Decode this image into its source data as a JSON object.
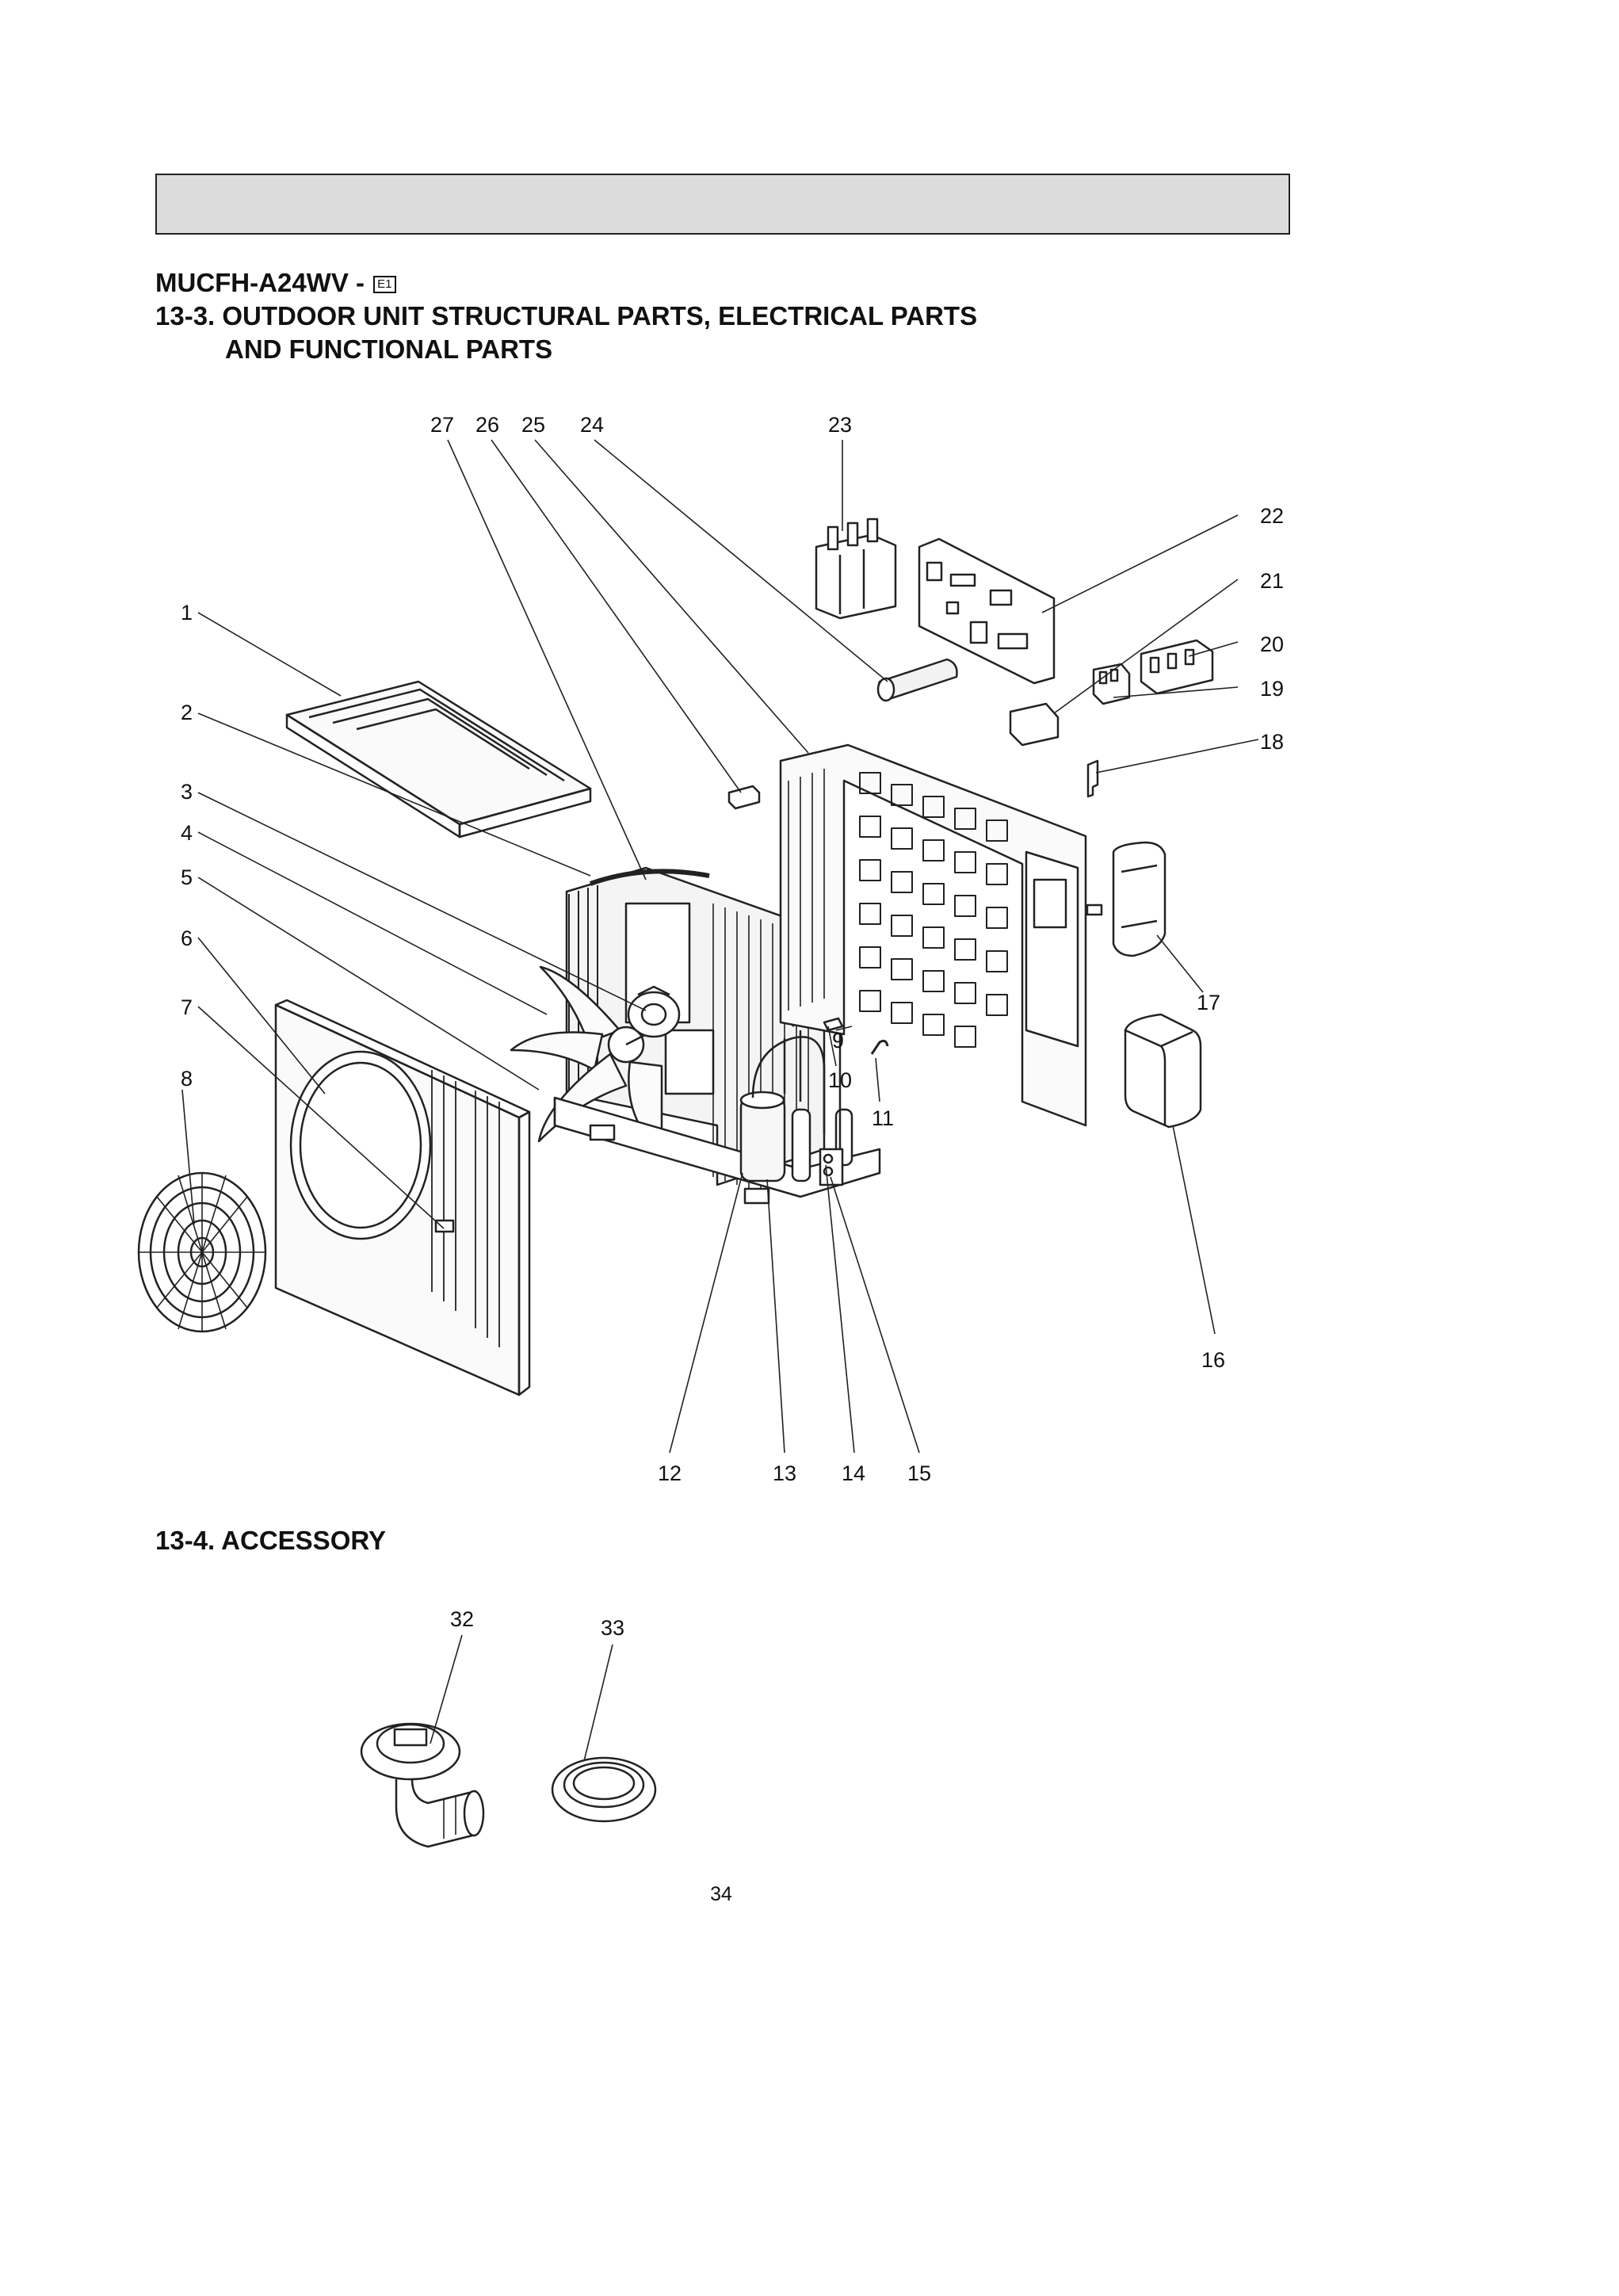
{
  "header": {
    "model": "MUCFH-A24WV -",
    "model_badge": "E1"
  },
  "section_structural": {
    "title_line1": "13-3. OUTDOOR UNIT STRUCTURAL PARTS, ELECTRICAL PARTS",
    "title_line2": "AND FUNCTIONAL PARTS",
    "callouts": [
      "1",
      "2",
      "3",
      "4",
      "5",
      "6",
      "7",
      "8",
      "9",
      "10",
      "11",
      "12",
      "13",
      "14",
      "15",
      "16",
      "17",
      "18",
      "19",
      "20",
      "21",
      "22",
      "23",
      "24",
      "25",
      "26",
      "27"
    ]
  },
  "section_accessory": {
    "title": "13-4. ACCESSORY",
    "callouts": [
      "32",
      "33"
    ]
  },
  "page_number": "34"
}
